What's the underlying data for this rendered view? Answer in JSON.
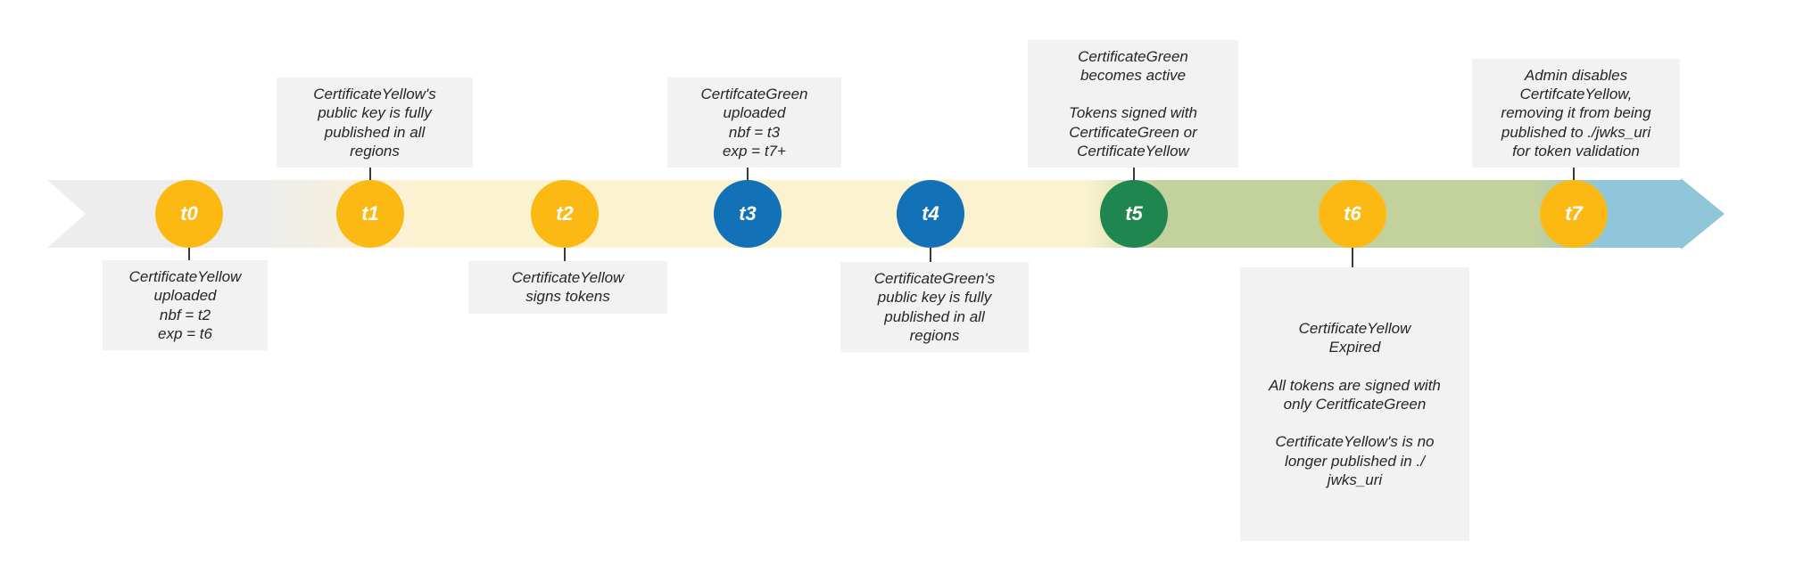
{
  "diagram": {
    "type": "certificate-rotation-timeline",
    "nodes": [
      {
        "id": "t0",
        "label": "t0",
        "color": "#fdb913",
        "annotation_position": "below",
        "annotation": "CertificateYellow\nuploaded\nnbf = t2\nexp = t6"
      },
      {
        "id": "t1",
        "label": "t1",
        "color": "#fdb913",
        "annotation_position": "above",
        "annotation": "CertificateYellow's\npublic key is fully\npublished in all\nregions"
      },
      {
        "id": "t2",
        "label": "t2",
        "color": "#fdb913",
        "annotation_position": "below",
        "annotation": "CertificateYellow\nsigns tokens"
      },
      {
        "id": "t3",
        "label": "t3",
        "color": "#1371b8",
        "annotation_position": "above",
        "annotation": "CertifcateGreen\nuploaded\nnbf = t3\nexp = t7+"
      },
      {
        "id": "t4",
        "label": "t4",
        "color": "#1371b8",
        "annotation_position": "below",
        "annotation": "CertificateGreen's\npublic key is fully\npublished in all\nregions"
      },
      {
        "id": "t5",
        "label": "t5",
        "color": "#1f8650",
        "annotation_position": "above",
        "annotation": "CertificateGreen\nbecomes active\n\nTokens signed with\nCertificateGreen or\nCertificateYellow"
      },
      {
        "id": "t6",
        "label": "t6",
        "color": "#fdb913",
        "annotation_position": "below",
        "annotation": "CertificateYellow\nExpired\n\nAll tokens are signed with\nonly CeritficateGreen\n\nCertificateYellow's is no\nlonger published in ./\njwks_uri"
      },
      {
        "id": "t7",
        "label": "t7",
        "color": "#fdb913",
        "annotation_position": "above",
        "annotation": "Admin disables\nCertifcateYellow,\nremoving it from being\npublished to ./jwks_uri\nfor token validation"
      }
    ],
    "band_segments": [
      {
        "name": "start",
        "color": "#ededed"
      },
      {
        "name": "certificate-yellow-period",
        "color": "#fbf2d0"
      },
      {
        "name": "certificate-green-period",
        "color": "#c3d19c"
      },
      {
        "name": "future-period",
        "color": "#8fc6da"
      }
    ],
    "annotation_box_color": "#f2f2f2",
    "text_color": "#262626"
  }
}
